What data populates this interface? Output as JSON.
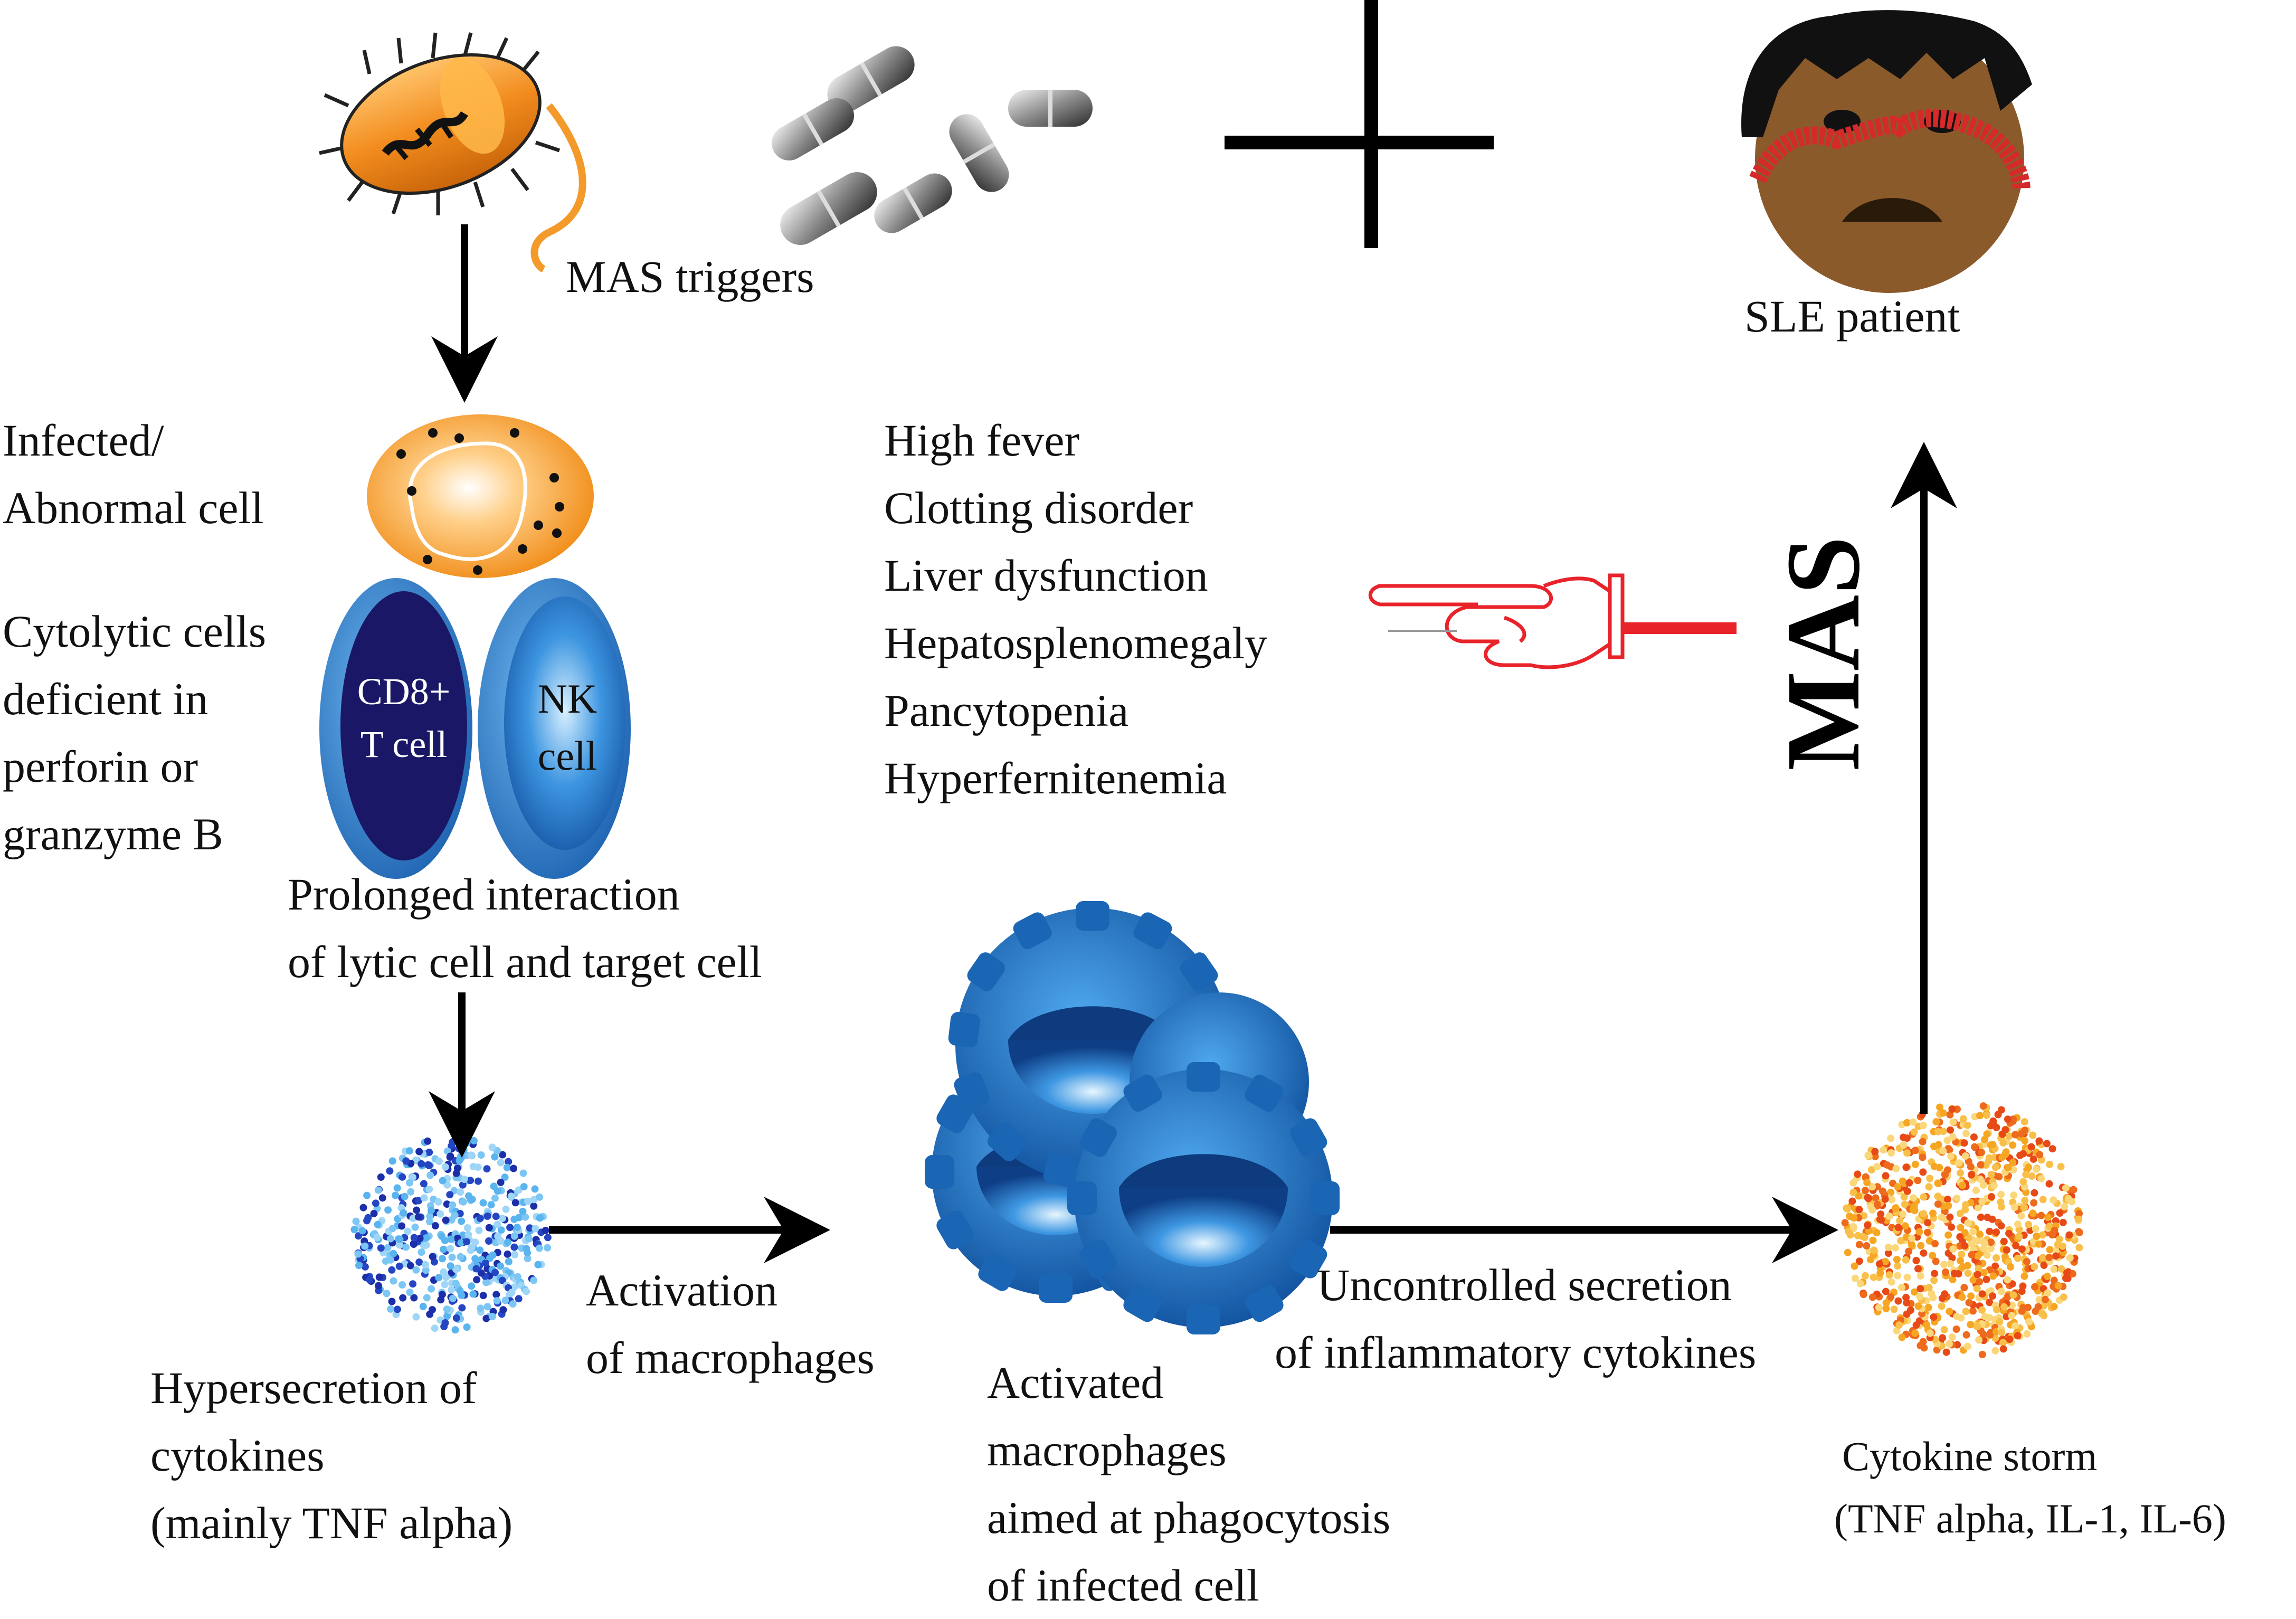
{
  "triggers": {
    "label": "MAS  triggers"
  },
  "patient": {
    "label": "SLE patient"
  },
  "infected_cell": {
    "lines": [
      "Infected/",
      "Abnormal cell"
    ]
  },
  "cytolytic": {
    "lines": [
      "Cytolytic cells",
      "deficient in",
      "perforin or",
      "granzyme B"
    ]
  },
  "cd8_cell": {
    "lines": [
      "CD8+",
      "T cell"
    ]
  },
  "nk_cell": {
    "lines": [
      "NK",
      "cell"
    ]
  },
  "interaction": {
    "lines": [
      "Prolonged interaction",
      "of lytic cell and target cell"
    ]
  },
  "symptoms": {
    "lines": [
      "High fever",
      "Clotting disorder",
      "Liver dysfunction",
      "Hepatosplenomegaly",
      "Pancytopenia",
      "Hyperfernitenemia"
    ]
  },
  "mas_label": "MAS",
  "hypersecretion": {
    "lines": [
      "Hypersecretion of",
      "cytokines",
      "(mainly TNF alpha)"
    ]
  },
  "activation": {
    "lines": [
      "Activation",
      "of macrophages"
    ]
  },
  "activated_macrophages": {
    "lines": [
      "Activated",
      "macrophages",
      "aimed at phagocytosis",
      "of infected cell"
    ]
  },
  "uncontrolled": {
    "lines": [
      "Uncontrolled secretion",
      "of inflammatory cytokines"
    ]
  },
  "storm": {
    "lines": [
      "Cytokine storm",
      "(TNF alpha, IL-1, IL-6)"
    ]
  },
  "colors": {
    "orange": "#f39a2b",
    "blue": "#1f6fc0",
    "dark_navy": "#1a1866",
    "red": "#e8232a",
    "skin": "#8b5a2b"
  }
}
